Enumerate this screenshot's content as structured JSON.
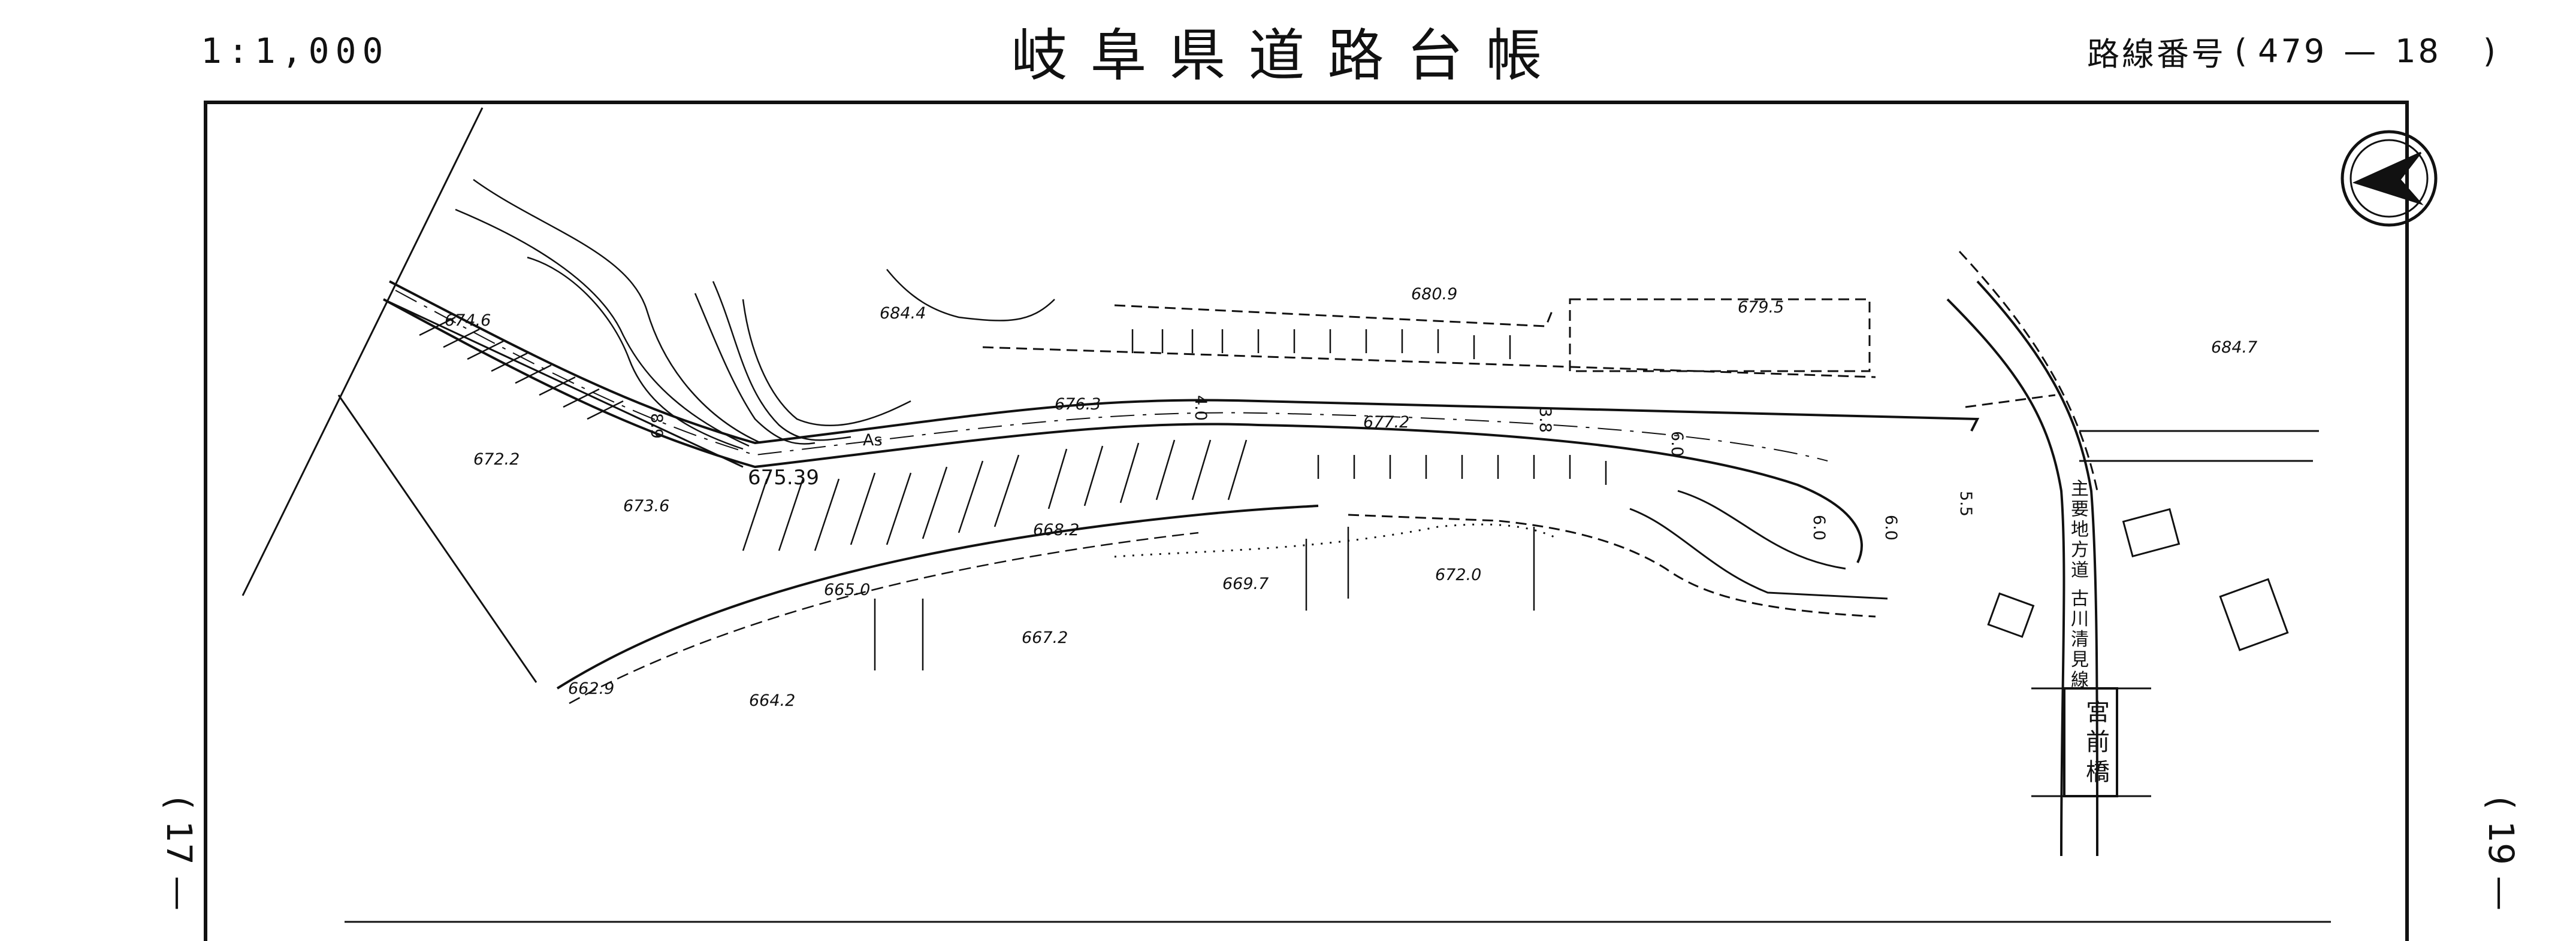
{
  "header": {
    "scale": "1:1,000",
    "title": "岐阜県道路台帳",
    "route_label": "路線番号",
    "route_open": "(",
    "route_number": "479",
    "route_dash": "—",
    "route_sub": "18",
    "route_close": ")"
  },
  "margins": {
    "left_page": "( 17 —",
    "right_page": "( 19 —"
  },
  "map": {
    "north_arrow_icon": "north-arrow-icon",
    "elevations": [
      "684.4",
      "680.9",
      "679.5",
      "684.7",
      "674.6",
      "676.3",
      "677.2",
      "672.2",
      "673.6",
      "675.39",
      "668.2",
      "665.0",
      "669.7",
      "672.0",
      "667.2",
      "662.9",
      "664.2"
    ],
    "widths": [
      "4.0",
      "3.8",
      "6.0",
      "6.0",
      "6.0",
      "5.5",
      "8.9"
    ],
    "pavement": "As",
    "crossroad_name": "主要地方道 古川清見線",
    "bridge_name": "宮前橋"
  }
}
